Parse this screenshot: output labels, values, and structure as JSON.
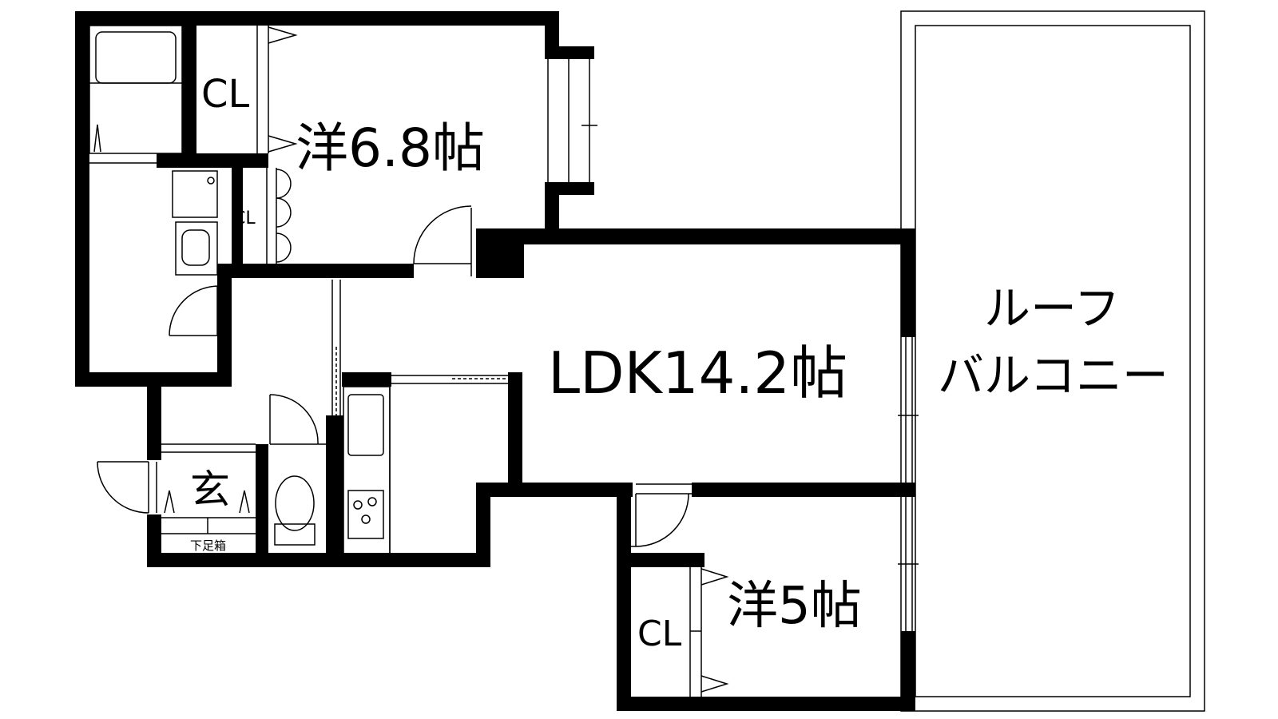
{
  "floorplan": {
    "rooms": {
      "western_1": "洋6.8帖",
      "ldk": "LDK14.2帖",
      "western_2": "洋5帖",
      "entrance": "玄",
      "roof_balcony_line1": "ルーフ",
      "roof_balcony_line2": "バルコニー"
    },
    "closets": {
      "closet_top": "CL",
      "closet_small": "CL",
      "closet_bottom": "CL"
    },
    "shoe_cabinet": "下足箱"
  }
}
